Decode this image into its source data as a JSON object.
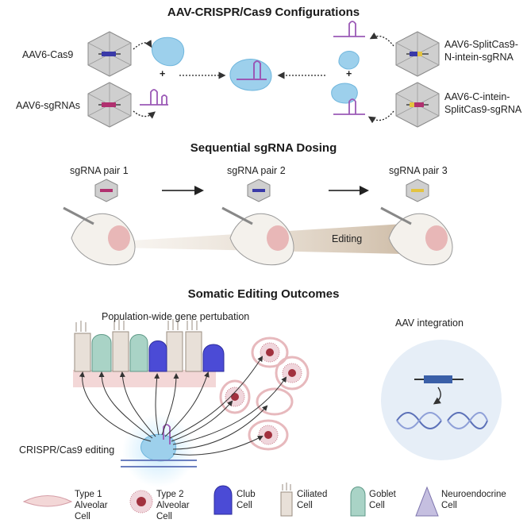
{
  "sections": {
    "configurations": "AAV-CRISPR/Cas9 Configurations",
    "dosing": "Sequential sgRNA Dosing",
    "outcomes": "Somatic Editing Outcomes"
  },
  "configurations": {
    "aav_cas9": "AAV6-Cas9",
    "aav_sgrnas": "AAV6-sgRNAs",
    "aav_split_n": "AAV6-SplitCas9-\nN-intein-sgRNA",
    "aav_split_c": "AAV6-C-intein-\nSplitCas9-sgRNA",
    "plus": "+"
  },
  "dosing": {
    "pairs": [
      "sgRNA pair 1",
      "sgRNA pair 2",
      "sgRNA pair 3"
    ],
    "editing": "Editing"
  },
  "outcomes": {
    "population": "Population-wide gene pertubation",
    "integration": "AAV integration",
    "crispr": "CRISPR/Cas9 editing"
  },
  "legend": [
    {
      "icon": "type1-alveolar",
      "label": "Type 1\nAlveolar\nCell"
    },
    {
      "icon": "type2-alveolar",
      "label": "Type 2\nAlveolar\nCell"
    },
    {
      "icon": "club",
      "label": "Club\nCell"
    },
    {
      "icon": "ciliated",
      "label": "Ciliated\nCell"
    },
    {
      "icon": "goblet",
      "label": "Goblet\nCell"
    },
    {
      "icon": "neuroendocrine",
      "label": "Neuroendocrine\nCell"
    }
  ],
  "colors": {
    "cas9": "#9dd0ec",
    "sgrna": "#9b59b6",
    "club": "#4b4bd6",
    "goblet": "#7fb8a8",
    "alveolar": "#e8b9c2",
    "dna": "#6b7fbf",
    "capsid": "#b8b8b8"
  }
}
